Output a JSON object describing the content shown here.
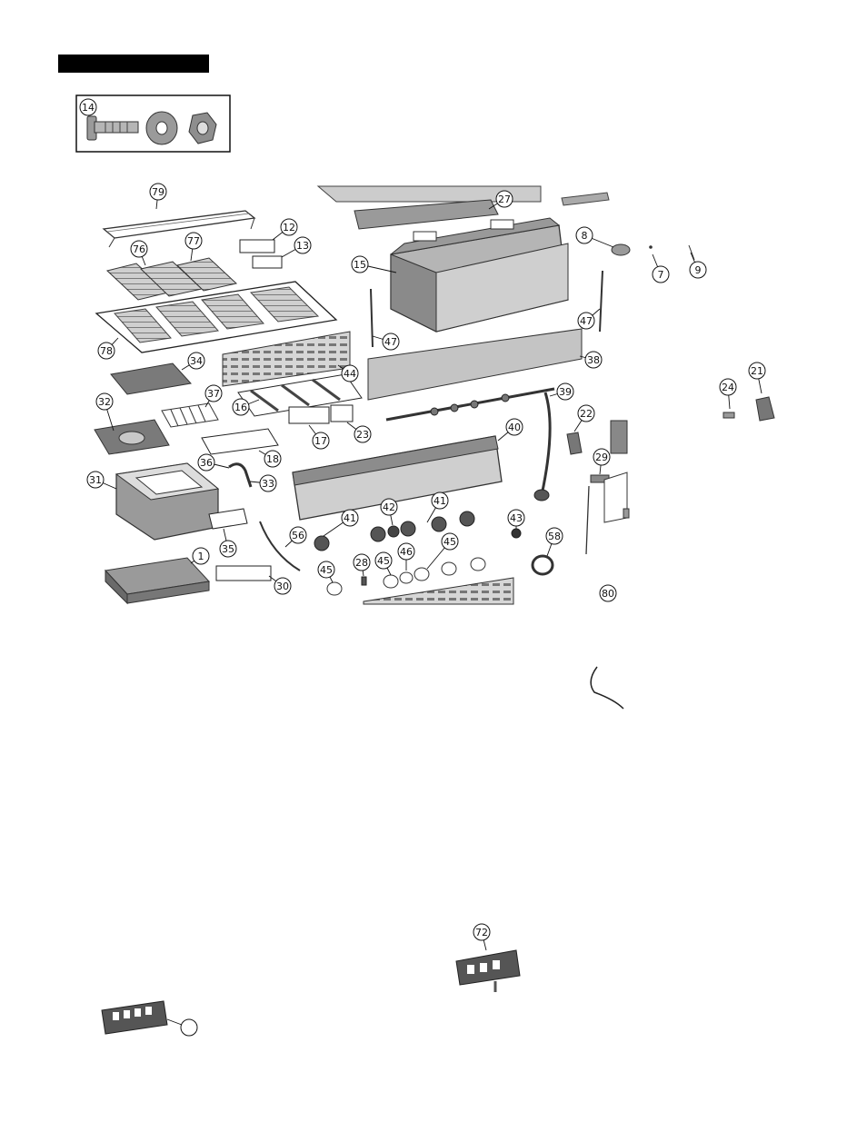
{
  "colors": {
    "ink": "#111111",
    "part_dark": "#444444",
    "part_mid": "#8a8a8a",
    "part_light": "#c8c8c8",
    "header_bar": "#000000"
  },
  "callouts": [
    {
      "id": "c14",
      "label": "14"
    },
    {
      "id": "c79",
      "label": "79"
    },
    {
      "id": "c12",
      "label": "12"
    },
    {
      "id": "c13",
      "label": "13"
    },
    {
      "id": "c27",
      "label": "27"
    },
    {
      "id": "c8",
      "label": "8"
    },
    {
      "id": "c7",
      "label": "7"
    },
    {
      "id": "c9",
      "label": "9"
    },
    {
      "id": "c76",
      "label": "76"
    },
    {
      "id": "c77",
      "label": "77"
    },
    {
      "id": "c15",
      "label": "15"
    },
    {
      "id": "c47a",
      "label": "47"
    },
    {
      "id": "c47b",
      "label": "47"
    },
    {
      "id": "c78",
      "label": "78"
    },
    {
      "id": "c44",
      "label": "44"
    },
    {
      "id": "c38",
      "label": "38"
    },
    {
      "id": "c34",
      "label": "34"
    },
    {
      "id": "c21",
      "label": "21"
    },
    {
      "id": "c24",
      "label": "24"
    },
    {
      "id": "c37",
      "label": "37"
    },
    {
      "id": "c16",
      "label": "16"
    },
    {
      "id": "c39",
      "label": "39"
    },
    {
      "id": "c32",
      "label": "32"
    },
    {
      "id": "c17",
      "label": "17"
    },
    {
      "id": "c23",
      "label": "23"
    },
    {
      "id": "c22",
      "label": "22"
    },
    {
      "id": "c40",
      "label": "40"
    },
    {
      "id": "c18",
      "label": "18"
    },
    {
      "id": "c36",
      "label": "36"
    },
    {
      "id": "c33",
      "label": "33"
    },
    {
      "id": "c29",
      "label": "29"
    },
    {
      "id": "c31",
      "label": "31"
    },
    {
      "id": "c41a",
      "label": "41"
    },
    {
      "id": "c42",
      "label": "42"
    },
    {
      "id": "c41b",
      "label": "41"
    },
    {
      "id": "c43",
      "label": "43"
    },
    {
      "id": "c56",
      "label": "56"
    },
    {
      "id": "c58",
      "label": "58"
    },
    {
      "id": "c35",
      "label": "35"
    },
    {
      "id": "c1",
      "label": "1"
    },
    {
      "id": "c28",
      "label": "28"
    },
    {
      "id": "c46",
      "label": "46"
    },
    {
      "id": "c45a",
      "label": "45"
    },
    {
      "id": "c45b",
      "label": "45"
    },
    {
      "id": "c45c",
      "label": "45"
    },
    {
      "id": "c30",
      "label": "30"
    },
    {
      "id": "c80",
      "label": "80"
    },
    {
      "id": "c72",
      "label": "72"
    },
    {
      "id": "c_blank",
      "label": ""
    }
  ]
}
